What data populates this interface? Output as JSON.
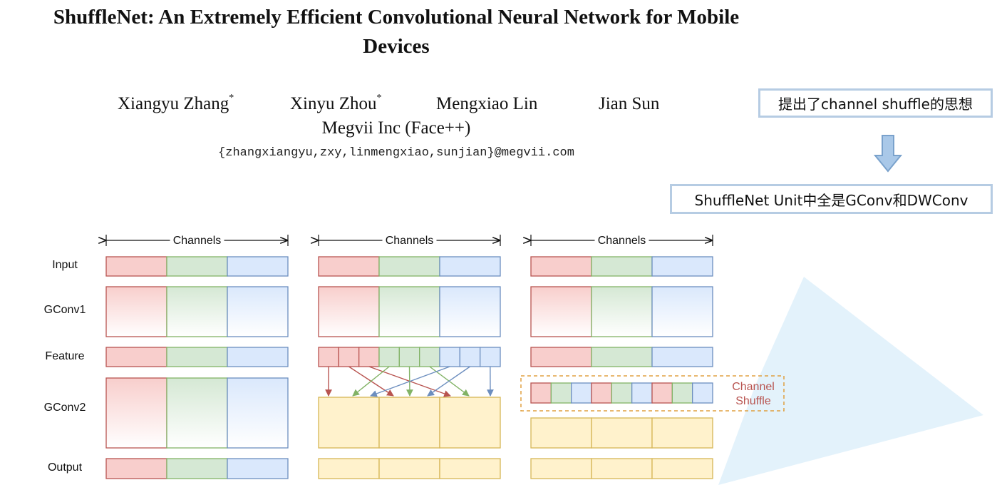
{
  "paper": {
    "title_line1": "ShuffleNet: An Extremely Efficient Convolutional Neural Network for Mobile",
    "title_line2": "Devices",
    "authors": [
      {
        "name": "Xiangyu Zhang",
        "mark": "*"
      },
      {
        "name": "Xinyu Zhou",
        "mark": "*"
      },
      {
        "name": "Mengxiao Lin",
        "mark": ""
      },
      {
        "name": "Jian Sun",
        "mark": ""
      }
    ],
    "affiliation": "Megvii Inc (Face++)",
    "emails": "{zhangxiangyu,zxy,linmengxiao,sunjian}@megvii.com"
  },
  "notes": {
    "note1": "提出了channel shuffle的思想",
    "note2": "ShuffleNet Unit中全是GConv和DWConv"
  },
  "figure": {
    "row_labels": [
      "Input",
      "GConv1",
      "Feature",
      "GConv2",
      "Output"
    ],
    "channels_label": "Channels",
    "shuffle_label_line1": "Channel",
    "shuffle_label_line2": "Shuffle",
    "colors": {
      "red_fill": "#f8cecc",
      "red_stroke": "#b85450",
      "green_fill": "#d5e8d4",
      "green_stroke": "#82b366",
      "blue_fill": "#dae8fc",
      "blue_stroke": "#6c8ebf",
      "yellow_fill": "#fff2cc",
      "yellow_stroke": "#d6b656",
      "shuffle_border": "#e0a040",
      "note_border": "#b6cce3",
      "bg_triangle": "#e3f2fb"
    }
  }
}
